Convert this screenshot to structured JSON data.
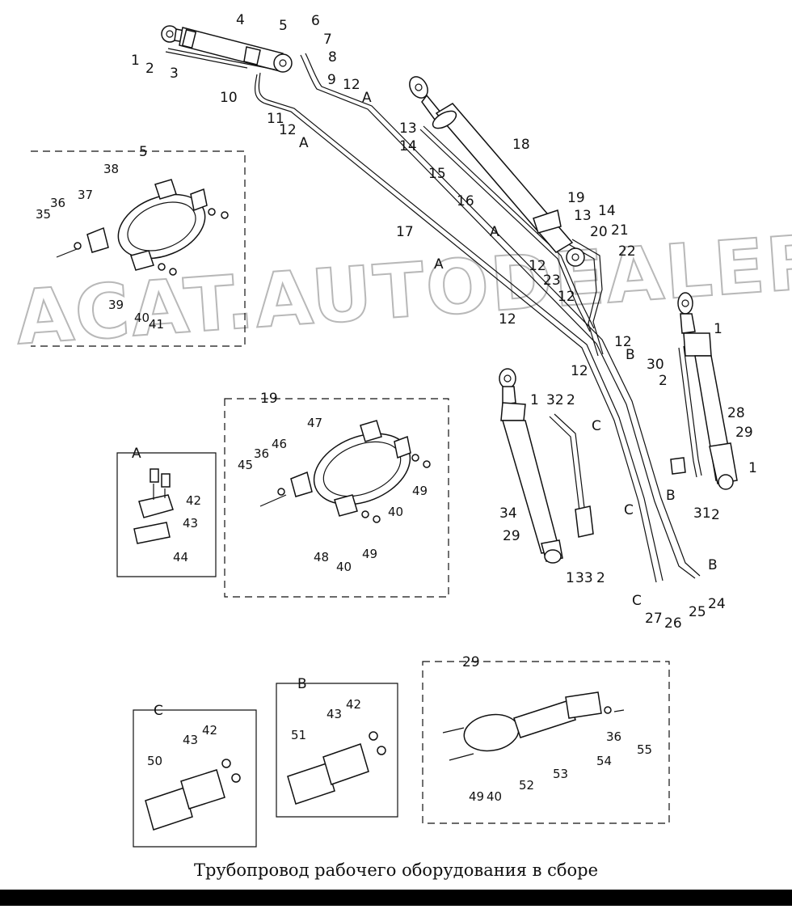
{
  "caption": "Трубопровод рабочего оборудования в сборе",
  "watermark": "ACAT.AUTODEALER.RU",
  "detail_boxes": {
    "box5": "5",
    "box19": "19",
    "boxA": "A",
    "boxB": "B",
    "boxC": "C",
    "box29": "29"
  },
  "part_labels": {
    "p1": "1",
    "p2": "2",
    "p3": "3",
    "p4": "4",
    "p5": "5",
    "p6": "6",
    "p7": "7",
    "p8": "8",
    "p9": "9",
    "p10": "10",
    "p11": "11",
    "p12": "12",
    "p13": "13",
    "p14": "14",
    "p15": "15",
    "p16": "16",
    "p17": "17",
    "p18": "18",
    "p19": "19",
    "p20": "20",
    "p21": "21",
    "p22": "22",
    "p23": "23",
    "p24": "24",
    "p25": "25",
    "p26": "26",
    "p27": "27",
    "p28": "28",
    "p29": "29",
    "p30": "30",
    "p31": "31",
    "p32": "32",
    "p33": "33",
    "p34": "34",
    "p35": "35",
    "p36": "36",
    "p37": "37",
    "p38": "38",
    "p39": "39",
    "p40": "40",
    "p41": "41",
    "p42": "42",
    "p43": "43",
    "p44": "44",
    "p45": "45",
    "p46": "46",
    "p47": "47",
    "p48": "48",
    "p49": "49",
    "p50": "50",
    "p51": "51",
    "p52": "52",
    "p53": "53",
    "p54": "54",
    "p55": "55"
  },
  "section_labels": {
    "A": "A",
    "B": "B",
    "C": "C"
  }
}
